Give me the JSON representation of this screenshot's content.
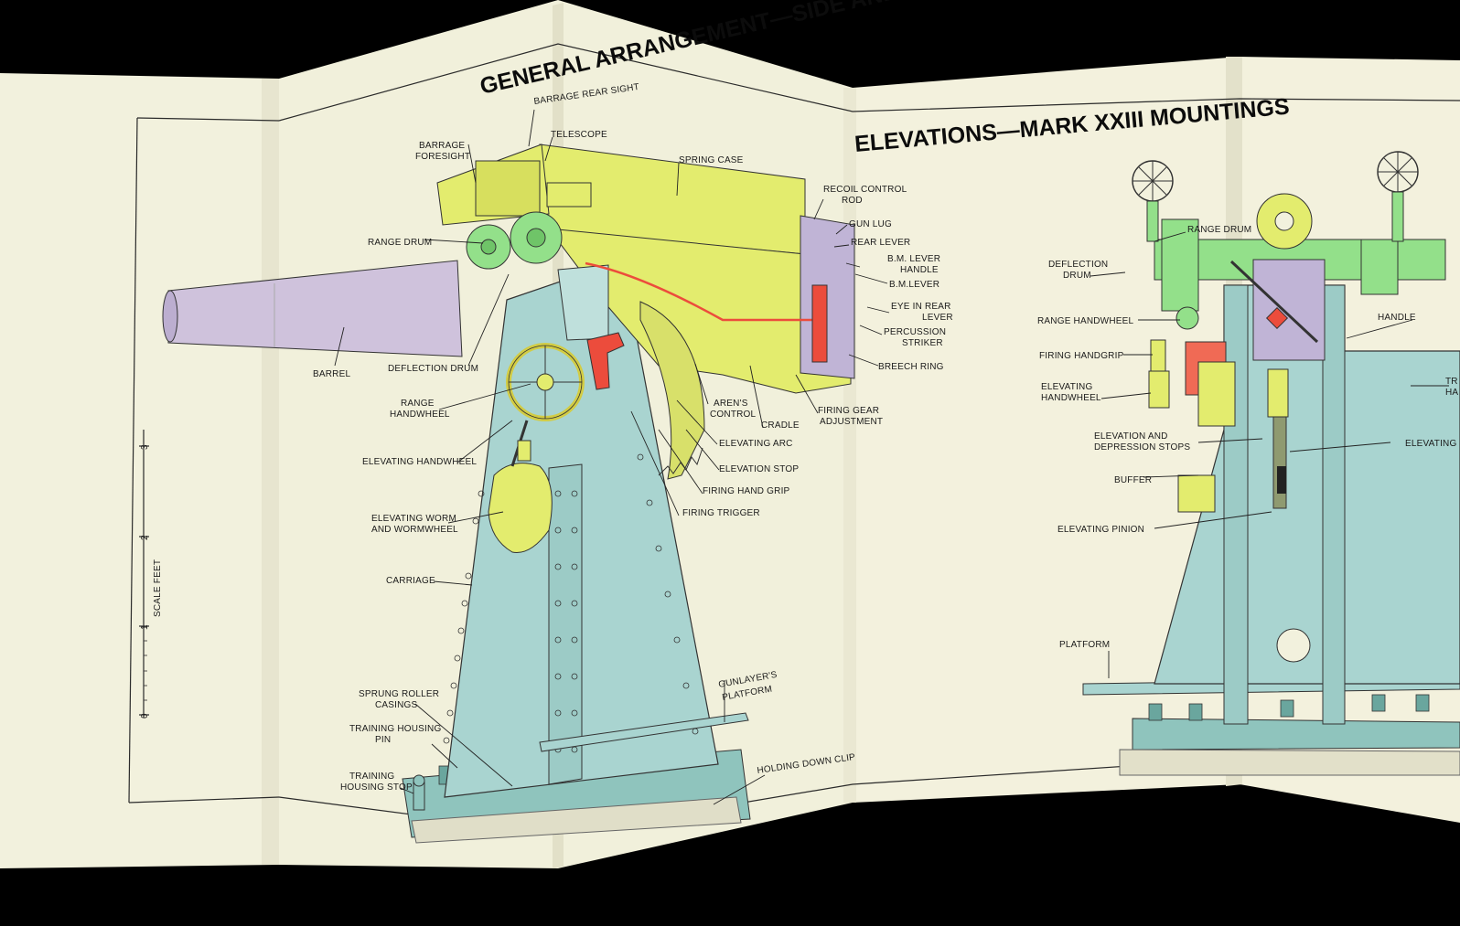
{
  "title": {
    "line1": "GENERAL ARRANGEMENT—SIDE AND REAR ELEVATIONS—MARK XXIII  MOUNTINGS"
  },
  "scale": {
    "label": "SCALE FEET",
    "ticks": [
      "0",
      "1",
      "2",
      "3"
    ]
  },
  "side_labels": {
    "barrage_rear_sight": "BARRAGE REAR SIGHT",
    "telescope": "TELESCOPE",
    "barrage_foresight_1": "BARRAGE",
    "barrage_foresight_2": "FORESIGHT",
    "spring_case": "SPRING CASE",
    "recoil_control_rod_1": "RECOIL CONTROL",
    "recoil_control_rod_2": "ROD",
    "gun_lug": "GUN LUG",
    "rear_lever": "REAR LEVER",
    "bm_lever_handle_1": "B.M. LEVER",
    "bm_lever_handle_2": "HANDLE",
    "bm_lever": "B.M.LEVER",
    "eye_rear_lever_1": "EYE IN REAR",
    "eye_rear_lever_2": "LEVER",
    "percussion_striker_1": "PERCUSSION",
    "percussion_striker_2": "STRIKER",
    "breech_ring": "BREECH RING",
    "range_drum": "RANGE DRUM",
    "barrel": "BARREL",
    "deflection_drum": "DEFLECTION DRUM",
    "range_handwheel_1": "RANGE",
    "range_handwheel_2": "HANDWHEEL",
    "arens_control_1": "AREN'S",
    "arens_control_2": "CONTROL",
    "cradle": "CRADLE",
    "firing_gear_adj_1": "FIRING GEAR",
    "firing_gear_adj_2": "ADJUSTMENT",
    "elevating_arc": "ELEVATING ARC",
    "elevation_stop": "ELEVATION STOP",
    "elevating_handwheel": "ELEVATING HANDWHEEL",
    "firing_hand_grip": "FIRING HAND GRIP",
    "firing_trigger": "FIRING TRIGGER",
    "elevating_worm_1": "ELEVATING WORM",
    "elevating_worm_2": "AND WORMWHEEL",
    "carriage": "CARRIAGE",
    "gunlayers_platform_1": "GUNLAYER'S",
    "gunlayers_platform_2": "PLATFORM",
    "sprung_roller_1": "SPRUNG ROLLER",
    "sprung_roller_2": "CASINGS",
    "training_pin_1": "TRAINING HOUSING",
    "training_pin_2": "PIN",
    "training_stop_1": "TRAINING",
    "training_stop_2": "HOUSING STOP",
    "holding_down_clip": "HOLDING DOWN CLIP"
  },
  "rear_labels": {
    "range_drum": "RANGE DRUM",
    "deflection_drum_1": "DEFLECTION",
    "deflection_drum_2": "DRUM",
    "range_handwheel": "RANGE HANDWHEEL",
    "handle": "HANDLE",
    "firing_handgrip": "FIRING HANDGRIP",
    "elevating_handwheel_1": "ELEVATING",
    "elevating_handwheel_2": "HANDWHEEL",
    "elev_depr_stops_1": "ELEVATION AND",
    "elev_depr_stops_2": "DEPRESSION STOPS",
    "elevating_cut": "ELEVATING",
    "tr_cut_1": "TR",
    "tr_cut_2": "HA",
    "buffer": "BUFFER",
    "elevating_pinion": "ELEVATING PINION",
    "platform": "PLATFORM"
  },
  "colors": {
    "background": "#000000",
    "paper": "#f2f0dc",
    "paper_shade": "#e6e4cd",
    "gun_yellow": "#e3ec6e",
    "barrel_lilac": "#cfc2dc",
    "carriage_blue": "#a9d4d0",
    "base_teal": "#8fc4bd",
    "cradle_green": "#93e08a",
    "breech_violet": "#c0b4d6",
    "red": "#ec4c3c",
    "salmon": "#f06a55"
  }
}
